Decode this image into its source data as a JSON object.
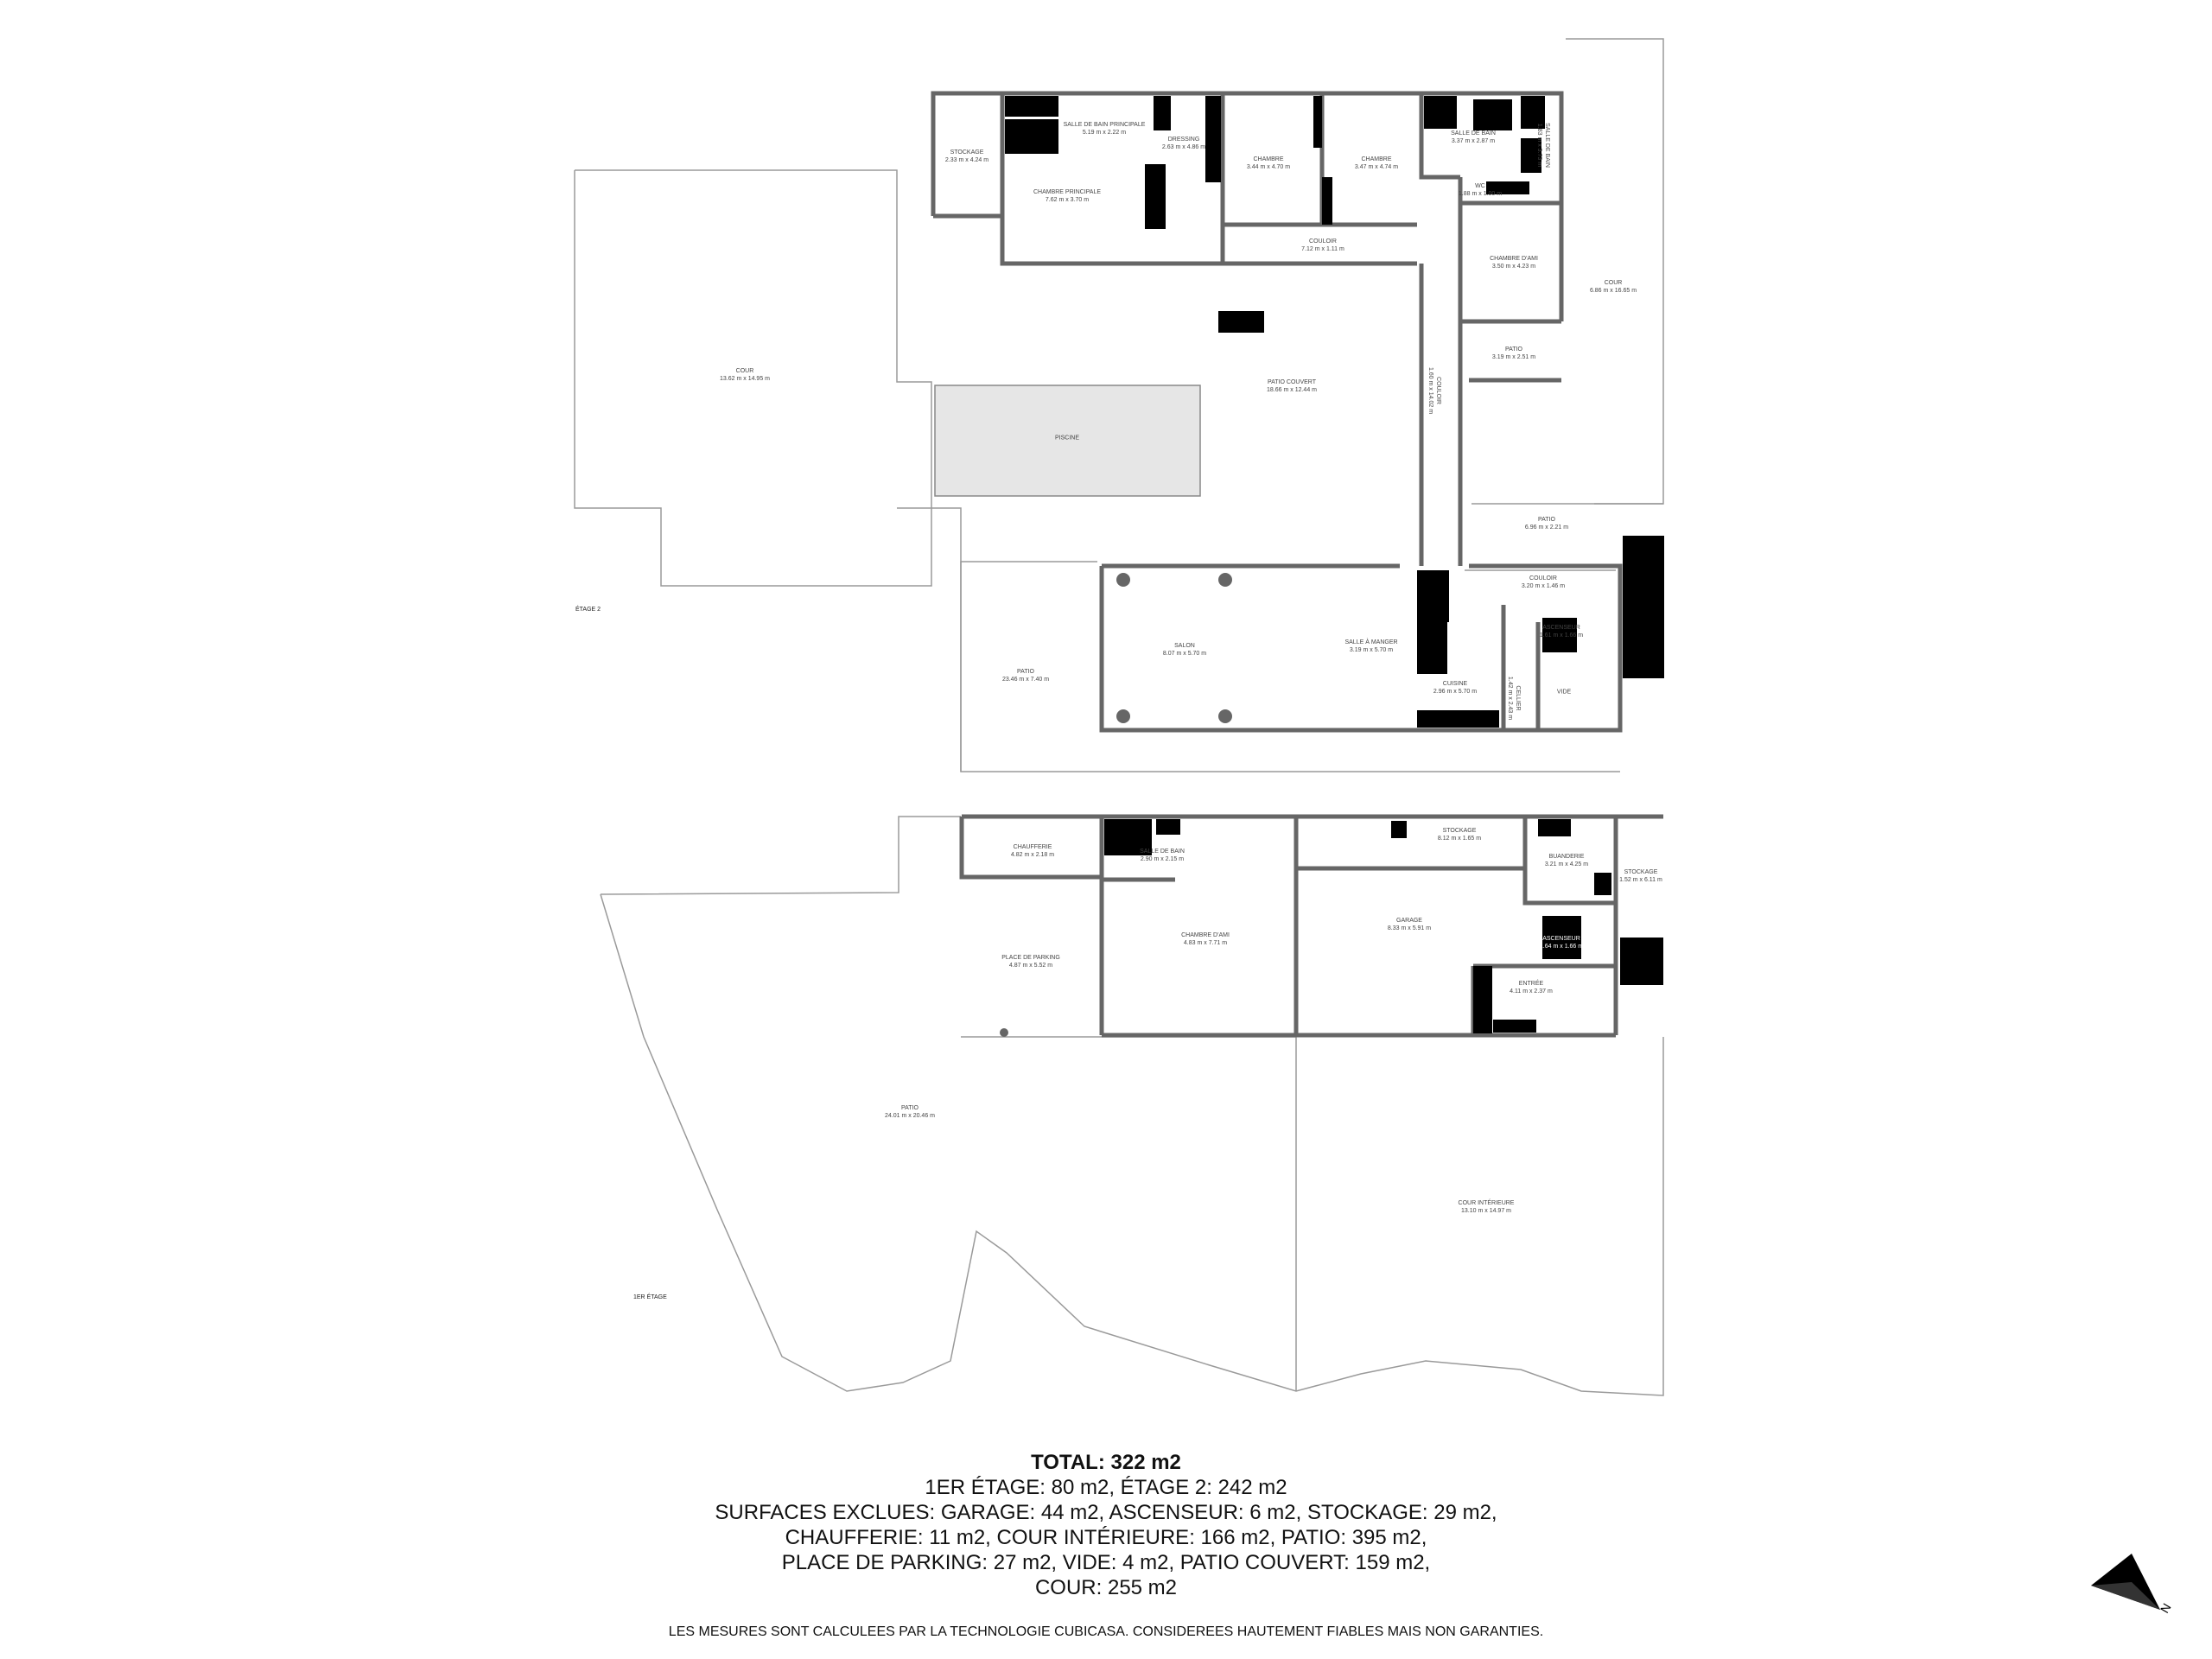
{
  "floors": {
    "upper": {
      "label": "ÉTAGE 2"
    },
    "lower": {
      "label": "1ER ÉTAGE"
    }
  },
  "rooms": {
    "stockage_e2": {
      "name": "STOCKAGE",
      "dims": "2.33 m x 4.24 m"
    },
    "sdb_principale": {
      "name": "SALLE DE BAIN PRINCIPALE",
      "dims": "5.19 m x 2.22 m"
    },
    "dressing": {
      "name": "DRESSING",
      "dims": "2.63 m x 4.86 m"
    },
    "chambre_principale": {
      "name": "CHAMBRE PRINCIPALE",
      "dims": "7.62 m x 3.70 m"
    },
    "chambre_1": {
      "name": "CHAMBRE",
      "dims": "3.44 m x 4.70 m"
    },
    "chambre_2": {
      "name": "CHAMBRE",
      "dims": "3.47 m x 4.74 m"
    },
    "sdb_e2": {
      "name": "SALLE DE BAIN",
      "dims": "3.37 m x 2.87 m"
    },
    "sdb_vertical": {
      "name": "SALLE DE BAIN",
      "dims": "1.83 m x 3.73 m"
    },
    "wc": {
      "name": "WC",
      "dims": "1.88 m x 1.00 m"
    },
    "couloir_top": {
      "name": "COULOIR",
      "dims": "7.12 m x 1.11 m"
    },
    "chambre_amis_e2": {
      "name": "CHAMBRE D'AMI",
      "dims": "3.50 m x 4.23 m"
    },
    "cour_right": {
      "name": "COUR",
      "dims": "6.86 m x 16.65 m"
    },
    "patio_small": {
      "name": "PATIO",
      "dims": "3.19 m x 2.51 m"
    },
    "cour_left": {
      "name": "COUR",
      "dims": "13.62 m x 14.95 m"
    },
    "patio_couvert": {
      "name": "PATIO COUVERT",
      "dims": "18.66 m x 12.44 m"
    },
    "piscine": {
      "name": "PISCINE",
      "dims": ""
    },
    "couloir_vertical": {
      "name": "COULOIR",
      "dims": "1.60 m x 14.02 m"
    },
    "patio_mid": {
      "name": "PATIO",
      "dims": "6.96 m x 2.21 m"
    },
    "couloir_small": {
      "name": "COULOIR",
      "dims": "3.20 m x 1.46 m"
    },
    "salon": {
      "name": "SALON",
      "dims": "8.07 m x 5.70 m"
    },
    "salle_a_manger": {
      "name": "SALLE À MANGER",
      "dims": "3.19 m x 5.70 m"
    },
    "ascenseur_e2": {
      "name": "ASCENSEUR",
      "dims": "1.61 m x 1.66 m"
    },
    "patio_left": {
      "name": "PATIO",
      "dims": "23.46 m x 7.40 m"
    },
    "cuisine": {
      "name": "CUISINE",
      "dims": "2.96 m x 5.70 m"
    },
    "cellier": {
      "name": "CELLIER",
      "dims": "1.42 m x 2.43 m"
    },
    "vide": {
      "name": "VIDE",
      "dims": ""
    },
    "chaufferie": {
      "name": "CHAUFFERIE",
      "dims": "4.82 m x 2.18 m"
    },
    "sdb_e1": {
      "name": "SALLE DE BAIN",
      "dims": "2.90 m x 2.15 m"
    },
    "stockage_e1": {
      "name": "STOCKAGE",
      "dims": "8.12 m x 1.65 m"
    },
    "buanderie": {
      "name": "BUANDERIE",
      "dims": "3.21 m x 4.25 m"
    },
    "stockage_e1_right": {
      "name": "STOCKAGE",
      "dims": "1.52 m x 6.11 m"
    },
    "place_parking": {
      "name": "PLACE DE PARKING",
      "dims": "4.87 m x 5.52 m"
    },
    "chambre_amis_e1": {
      "name": "CHAMBRE D'AMI",
      "dims": "4.83 m x 7.71 m"
    },
    "garage": {
      "name": "GARAGE",
      "dims": "8.33 m x 5.91 m"
    },
    "ascenseur_e1": {
      "name": "ASCENSEUR",
      "dims": "1.64 m x 1.66 m"
    },
    "entree": {
      "name": "ENTRÉE",
      "dims": "4.11 m x 2.37 m"
    },
    "patio_big": {
      "name": "PATIO",
      "dims": "24.01 m x 20.46 m"
    },
    "cour_interieure": {
      "name": "COUR INTÉRIEURE",
      "dims": "13.10 m x 14.97 m"
    }
  },
  "summary": {
    "total": "TOTAL: 322 m2",
    "line1": "1ER ÉTAGE: 80 m2, ÉTAGE 2: 242 m2",
    "line2": "SURFACES EXCLUES: GARAGE: 44 m2, ASCENSEUR: 6 m2, STOCKAGE: 29 m2,",
    "line3": "CHAUFFERIE: 11 m2, COUR INTÉRIEURE: 166 m2, PATIO: 395 m2,",
    "line4": "PLACE DE PARKING: 27 m2, VIDE: 4 m2, PATIO COUVERT: 159 m2,",
    "line5": "COUR: 255 m2"
  },
  "disclaimer": "LES MESURES SONT CALCULEES PAR LA TECHNOLOGIE CUBICASA. CONSIDEREES HAUTEMENT FIABLES MAIS NON GARANTIES.",
  "compass": {
    "letter": "N",
    "color": "#000000"
  },
  "colors": {
    "wall": "#666666",
    "fixture": "#000000",
    "pool": "#e6e6e6",
    "outline": "#9a9a9a"
  }
}
